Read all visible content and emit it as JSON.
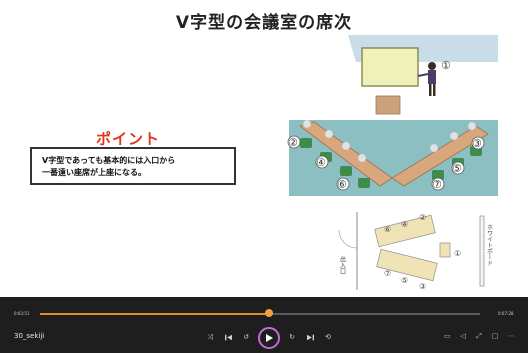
{
  "slide": {
    "title": "V字型の会議室の席次",
    "point_title": "ポイント",
    "point_text_line1": "V字型であっても基本的には入口から",
    "point_text_line2": "一番遠い座席が上座になる。",
    "presenter_label": "①",
    "seat_labels_left": [
      "②",
      "④",
      "⑥"
    ],
    "seat_labels_right": [
      "③",
      "⑤",
      "⑦"
    ],
    "plan_labels": {
      "top": [
        "⑥",
        "④",
        "②"
      ],
      "bottom": [
        "⑦",
        "⑤",
        "③"
      ],
      "presenter": "①",
      "entrance": "出入口",
      "whiteboard": "ホワイトボード"
    }
  },
  "player": {
    "time_current": "0:03:51",
    "time_total": "0:07:28",
    "progress": 0.52,
    "file_name": "30_sekiji"
  },
  "colors": {
    "accent": "#e88a2c",
    "play_ring": "#c46ad6",
    "point_red": "#e2331e"
  }
}
